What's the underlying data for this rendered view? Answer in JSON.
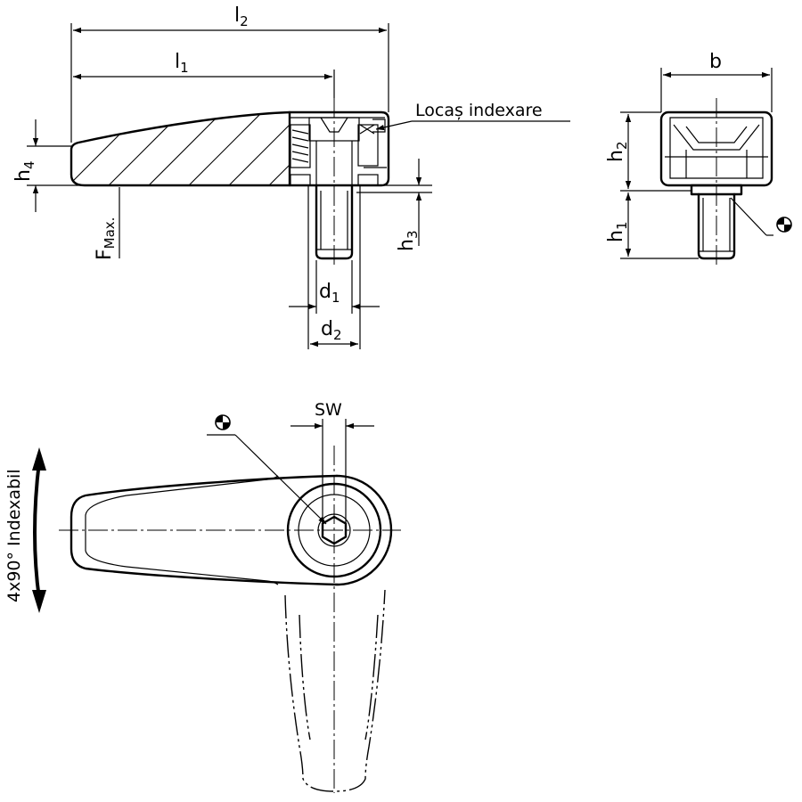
{
  "labels": {
    "l2": {
      "main": "l",
      "sub": "2"
    },
    "l1": {
      "main": "l",
      "sub": "1"
    },
    "h4": {
      "main": "h",
      "sub": "4"
    },
    "fmax": {
      "main": "F",
      "sub": "Max."
    },
    "h3": {
      "main": "h",
      "sub": "3"
    },
    "d1": {
      "main": "d",
      "sub": "1"
    },
    "d2": {
      "main": "d",
      "sub": "2"
    },
    "b": "b",
    "h2": {
      "main": "h",
      "sub": "2"
    },
    "h1": {
      "main": "h",
      "sub": "1"
    },
    "sw": "SW",
    "locas": "Locaș indexare",
    "indexabil": "4x90° Indexabil"
  },
  "icons": {
    "material_symbol": "quartered-circle-icon",
    "arrow": "curved-double-arrow-icon"
  }
}
